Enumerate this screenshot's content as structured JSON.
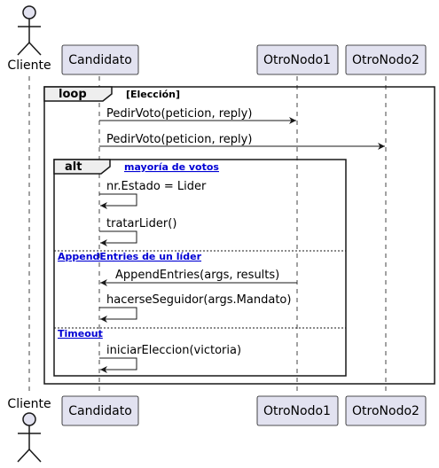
{
  "participants": {
    "cliente": "Cliente",
    "candidato": "Candidato",
    "otro_nodo_1": "OtroNodo1",
    "otro_nodo_2": "OtroNodo2"
  },
  "loop_frame": {
    "keyword": "loop",
    "condition": "[Elección]"
  },
  "alt_frame": {
    "keyword": "alt",
    "guards": [
      "mayoría de votos",
      "AppendEntries de un líder",
      "Timeout"
    ]
  },
  "messages": [
    "PedirVoto(peticion, reply)",
    "PedirVoto(peticion, reply)",
    "nr.Estado = Lider",
    "tratarLider()",
    "AppendEntries(args, results)",
    "hacerseSeguidor(args.Mandato)",
    "iniciarEleccion(victoria)"
  ],
  "colors": {
    "participant_fill": "#e2e2f0",
    "participant_border": "#181818",
    "frame_fill": "#eeeeee",
    "guard_link": "#0000d4",
    "lifeline": "#181818"
  },
  "icons": {
    "actor": "stick-figure-actor-icon"
  }
}
